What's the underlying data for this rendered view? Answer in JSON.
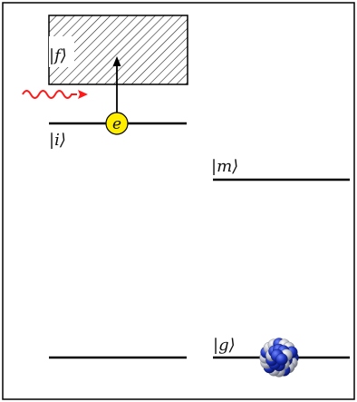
{
  "labels": {
    "f": "|f⟩",
    "i": "|i⟩",
    "m": "|m⟩",
    "g": "|g⟩",
    "electron": "e"
  },
  "colors": {
    "frame": "#000000",
    "level_line": "#000000",
    "continuum_hatch": "#222222",
    "photon": "#ff1a1a",
    "electron_fill": "#ffee00",
    "atom_core": "#1a2fb5",
    "atom_shell": "#9ea3b0"
  },
  "icons": {
    "photon": "wavy-arrow-icon",
    "atom": "atom-cluster-icon"
  }
}
